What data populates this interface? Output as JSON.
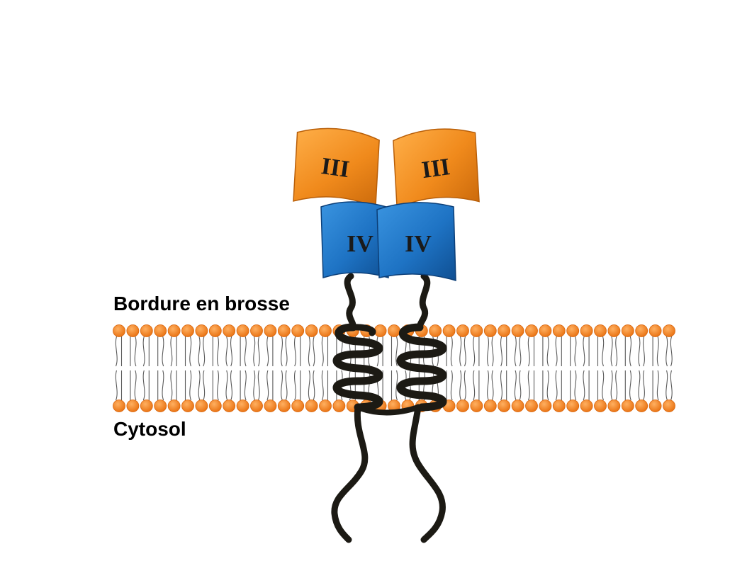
{
  "labels": {
    "extracellular": "Bordure en brosse",
    "intracellular": "Cytosol"
  },
  "domains": {
    "upper": "III",
    "lower": "IV"
  },
  "colors": {
    "domain_upper": "#f08a1c",
    "domain_lower": "#1e73c4",
    "lipid_head": "#f07f1a",
    "protein_chain": "#1c1a14",
    "lipid_tail": "#5a5a5a"
  }
}
